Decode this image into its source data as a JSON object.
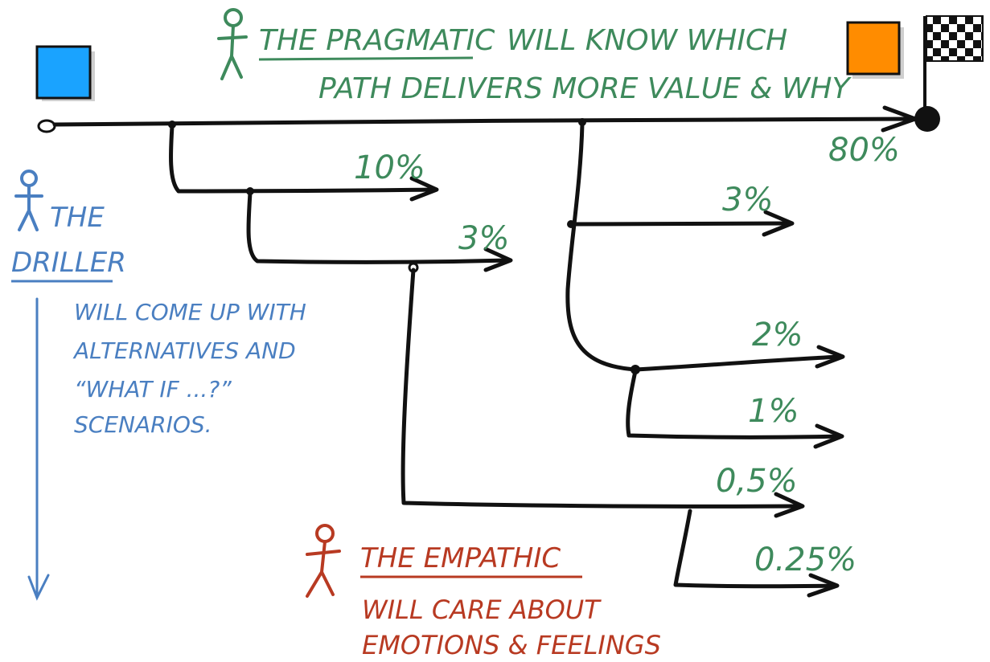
{
  "colors": {
    "line": "#111111",
    "pragmatic": "#3e8a5c",
    "driller": "#4a7fc1",
    "empathic": "#b83a22",
    "start_square": "#1aa3ff",
    "end_square": "#ff8c00"
  },
  "icons": {
    "start": "blue-square-icon",
    "end": "orange-square-icon",
    "finish": "checkered-flag-icon",
    "person": "stick-figure-icon"
  },
  "pragmatic": {
    "title": "THE PRAGMATIC",
    "line1": "WILL KNOW WHICH",
    "line2": "PATH DELIVERS MORE VALUE & WHY"
  },
  "driller": {
    "title1": "THE",
    "title2": "DRILLER",
    "lines": [
      "WILL COME UP WITH",
      "ALTERNATIVES AND",
      "“WHAT IF ...?”",
      "SCENARIOS."
    ]
  },
  "empathic": {
    "title": "THE EMPATHIC",
    "line1": "WILL CARE ABOUT",
    "line2": "EMOTIONS & FEELINGS"
  },
  "paths": {
    "main": "80%",
    "p10": "10%",
    "p3a": "3%",
    "p3b": "3%",
    "p2": "2%",
    "p1": "1%",
    "p05": "0,5%",
    "p025": "0.25%"
  }
}
